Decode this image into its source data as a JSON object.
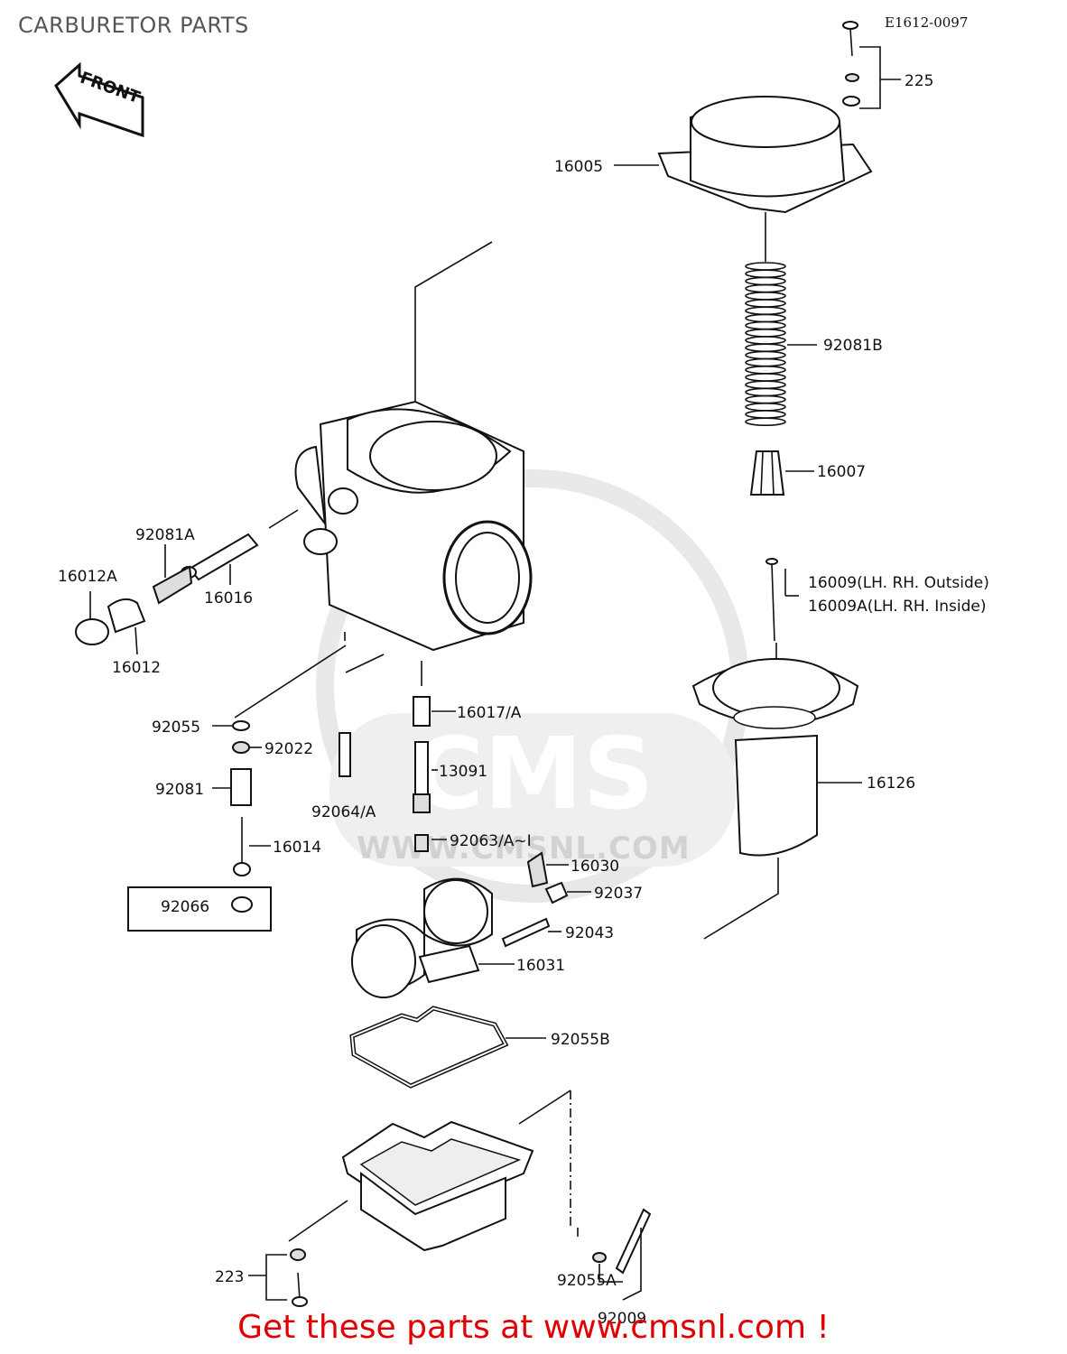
{
  "title": "CARBURETOR PARTS",
  "diagram_id": "E1612-0097",
  "front_label": "FRONT",
  "watermark": {
    "logo": "CMS",
    "site": "WWW.CMSNL.COM"
  },
  "footer": "Get these parts at www.cmsnl.com !",
  "parts": [
    "225",
    "16005",
    "92081B",
    "16007",
    "16009(LH. RH. Outside)",
    "16009A(LH. RH. Inside)",
    "16126",
    "92081A",
    "16012A",
    "16016",
    "16012",
    "92055",
    "92022",
    "92081",
    "16014",
    "92066",
    "92064/A",
    "16017/A",
    "13091",
    "92063/A~I",
    "16030",
    "92037",
    "92043",
    "16031",
    "92055B",
    "223",
    "92055A",
    "92009"
  ]
}
